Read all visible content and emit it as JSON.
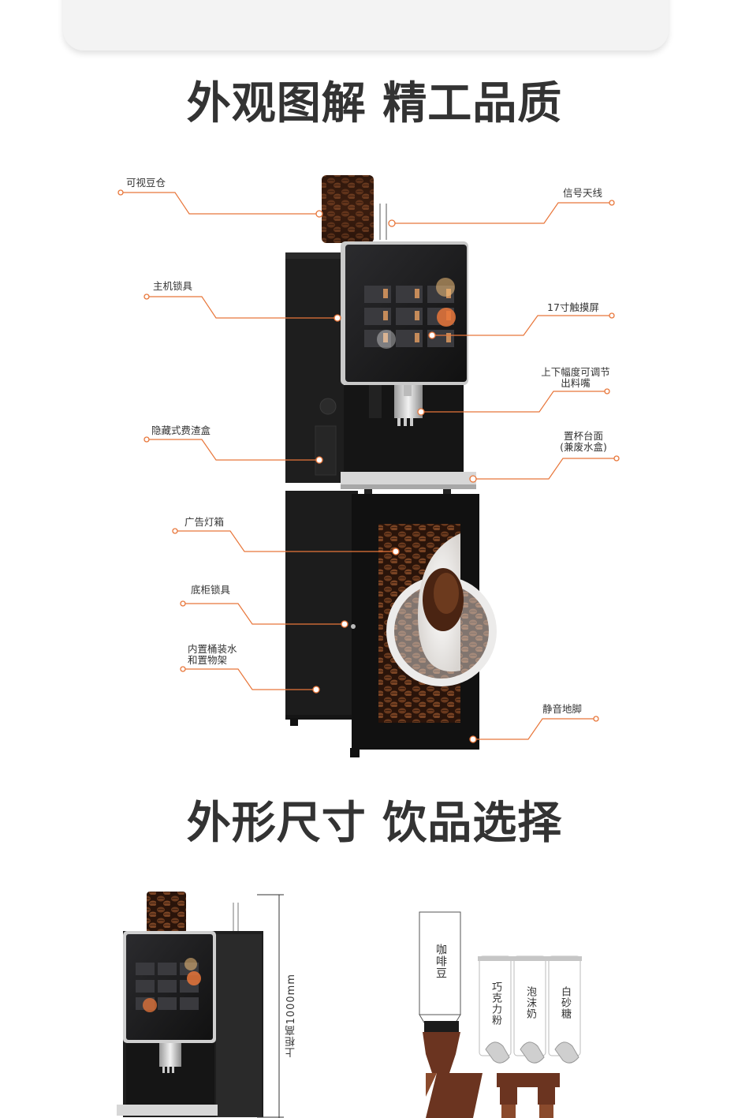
{
  "section1": {
    "title": "外观图解 精工品质"
  },
  "callouts": {
    "bean_hopper": "可视豆仓",
    "antenna": "信号天线",
    "main_lock": "主机锁具",
    "touchscreen": "17寸触摸屏",
    "nozzle_1": "上下幅度可调节",
    "nozzle_2": "出料嘴",
    "waste_box": "隐藏式费渣盒",
    "cup_tray_1": "置杯台面",
    "cup_tray_2": "(兼废水盒)",
    "ad_lightbox": "广告灯箱",
    "cabinet_lock": "底柜锁具",
    "water_rack_1": "内置桶装水",
    "water_rack_2": "和置物架",
    "feet": "静音地脚"
  },
  "section2": {
    "title": "外形尺寸 饮品选择",
    "height_label": "上柜高1000mm",
    "canisters": [
      "咖啡豆",
      "巧克力粉",
      "泡沫奶",
      "白砂糖"
    ]
  },
  "colors": {
    "accent": "#e8763a",
    "machine": "#1c1c1c",
    "coffee": "#6b3420"
  }
}
